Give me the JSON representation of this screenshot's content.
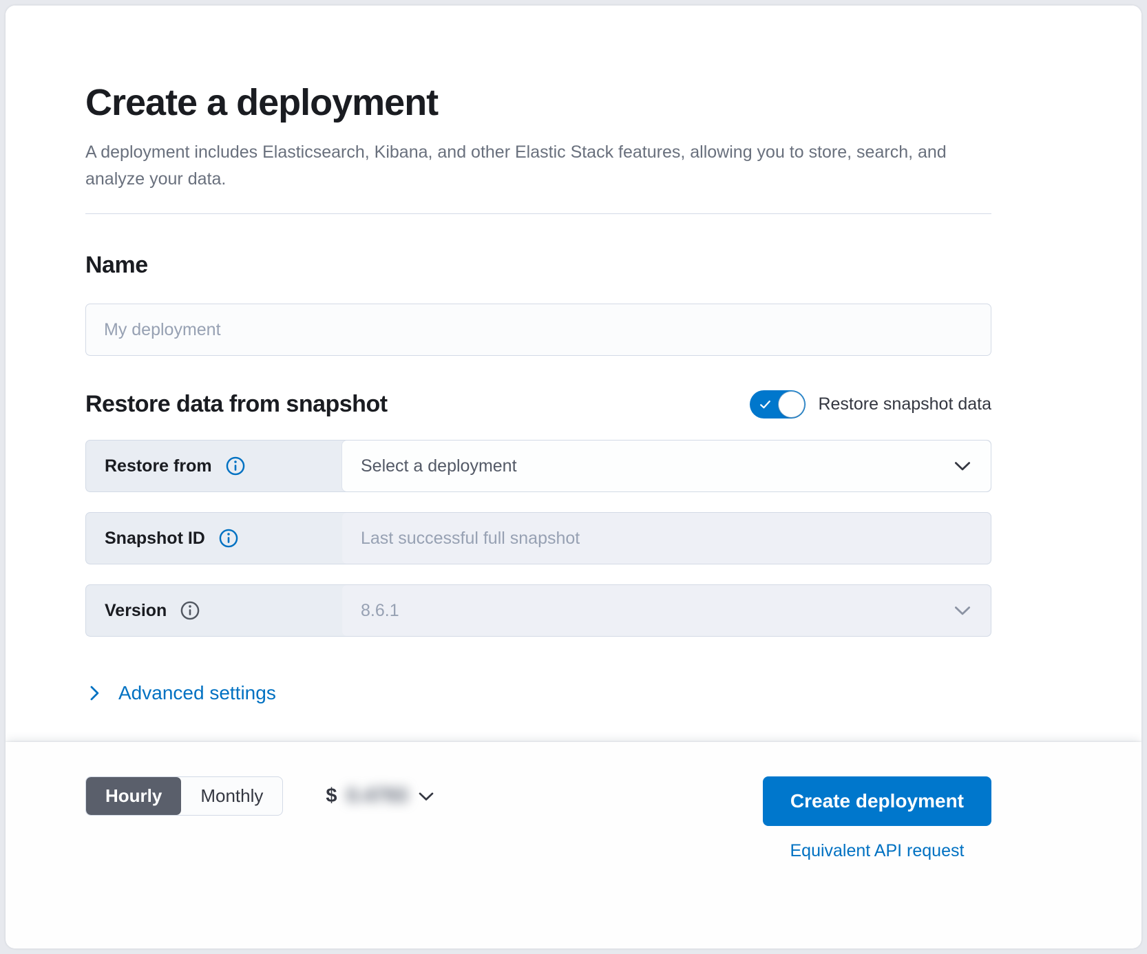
{
  "header": {
    "title": "Create a deployment",
    "subtitle": "A deployment includes Elasticsearch, Kibana, and other Elastic Stack features, allowing you to store, search, and analyze your data."
  },
  "name_section": {
    "heading": "Name",
    "input_value": "",
    "input_placeholder": "My deployment"
  },
  "restore_section": {
    "heading": "Restore data from snapshot",
    "toggle": {
      "label": "Restore snapshot data",
      "state": "on"
    },
    "rows": [
      {
        "label": "Restore from",
        "value": "Select a deployment",
        "control": "select",
        "disabled": false
      },
      {
        "label": "Snapshot ID",
        "value": "",
        "placeholder": "Last successful full snapshot",
        "control": "text-input",
        "disabled": true
      },
      {
        "label": "Version",
        "value": "8.6.1",
        "control": "select",
        "disabled": true
      }
    ]
  },
  "advanced": {
    "label": "Advanced settings"
  },
  "bottom_bar": {
    "billing_period": {
      "options": [
        "Hourly",
        "Monthly"
      ],
      "selected": "Hourly"
    },
    "price": {
      "currency": "$",
      "amount_blurred": "0.4793"
    },
    "create_button": "Create deployment",
    "api_link": "Equivalent API request"
  },
  "colors": {
    "primary_blue": "#0077cc",
    "link_blue": "#0071c2",
    "selected_segment_gray": "#5a5f6b",
    "label_cell_bg": "#e9edf3",
    "disabled_field_bg": "#eef0f6",
    "border_gray": "#d3dae6",
    "title_text": "#1a1c21",
    "subdued_text": "#69707d"
  }
}
